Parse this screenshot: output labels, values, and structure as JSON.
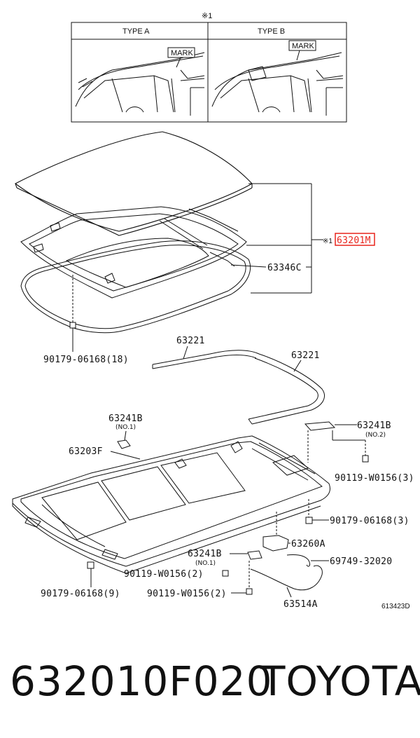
{
  "diagram": {
    "note_symbol": "※1",
    "types": {
      "a": "TYPE A",
      "b": "TYPE B",
      "mark": "MARK"
    },
    "parts": {
      "p1": "63201M",
      "p2": "63346C",
      "p3": "90179-06168(18)",
      "p4": "63221",
      "p5": "63221",
      "p6": "63241B",
      "p6_sub": "(NO.1)",
      "p7": "63203F",
      "p8": "63241B",
      "p8_sub": "(NO.2)",
      "p9": "90119-W0156(3)",
      "p10": "90179-06168(3)",
      "p11": "63260A",
      "p12": "63241B",
      "p12_sub": "(NO.1)",
      "p13": "69749-32020",
      "p14": "90119-W0156(2)",
      "p15": "90179-06168(9)",
      "p16": "90119-W0156(2)",
      "p17": "63514A"
    },
    "ref_code": "613423D"
  },
  "footer": {
    "part_number": "632010F020",
    "brand": "TOYOTA"
  },
  "colors": {
    "highlight": "#e8241c",
    "line": "#111111"
  }
}
